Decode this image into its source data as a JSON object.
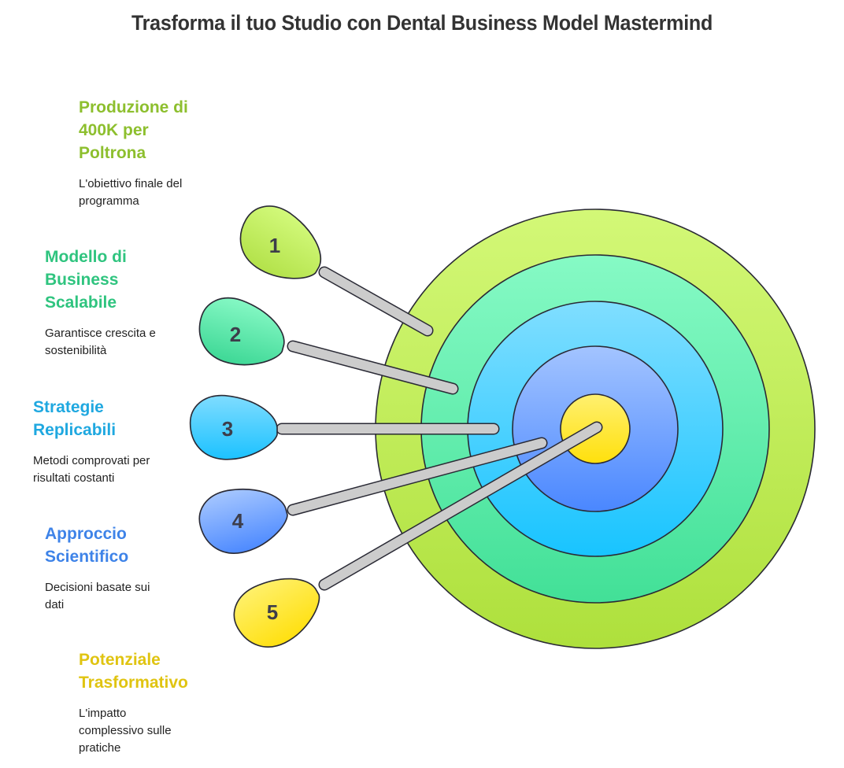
{
  "title": "Trasforma il tuo Studio con Dental Business Model Mastermind",
  "items": [
    {
      "number": "1",
      "heading": "Produzione di 400K per Poltrona",
      "heading_lines": [
        "Produzione di",
        "400K per",
        "Poltrona"
      ],
      "description_lines": [
        "L'obiettivo finale del",
        "programma"
      ],
      "color": "#8dbf2e",
      "fill_top": "#d2f97a",
      "fill_bottom": "#b3e24a"
    },
    {
      "number": "2",
      "heading": "Modello di Business Scalabile",
      "heading_lines": [
        "Modello di",
        "Business",
        "Scalabile"
      ],
      "description_lines": [
        "Garantisce crescita e",
        "sostenibilità"
      ],
      "color": "#2fc47f",
      "fill_top": "#85f8c4",
      "fill_bottom": "#3ed896"
    },
    {
      "number": "3",
      "heading": "Strategie Replicabili",
      "heading_lines": [
        "Strategie",
        "Replicabili"
      ],
      "description_lines": [
        "Metodi comprovati per",
        "risultati costanti"
      ],
      "color": "#1fa8e0",
      "fill_top": "#7fdcff",
      "fill_bottom": "#1cc2ff"
    },
    {
      "number": "4",
      "heading": "Approccio Scientifico",
      "heading_lines": [
        "Approccio",
        "Scientifico"
      ],
      "description_lines": [
        "Decisioni basate sui",
        "dati"
      ],
      "color": "#3e83e8",
      "fill_top": "#a5c6ff",
      "fill_bottom": "#4d8aff"
    },
    {
      "number": "5",
      "heading": "Potenziale Trasformativo",
      "heading_lines": [
        "Potenziale",
        "Trasformativo"
      ],
      "description_lines": [
        "L'impatto",
        "complessivo sulle",
        "pratiche"
      ],
      "color": "#e0c411",
      "fill_top": "#fff06a",
      "fill_bottom": "#ffe010"
    }
  ],
  "target_rings": [
    {
      "name": "outer",
      "fill_top": "#d3f877",
      "fill_bottom": "#aee03c"
    },
    {
      "name": "ring-2",
      "fill_top": "#86fac5",
      "fill_bottom": "#42e097"
    },
    {
      "name": "ring-3",
      "fill_top": "#80deff",
      "fill_bottom": "#18c4ff"
    },
    {
      "name": "ring-4",
      "fill_top": "#a3c4ff",
      "fill_bottom": "#4a87ff"
    },
    {
      "name": "bullseye",
      "fill_top": "#fff070",
      "fill_bottom": "#ffe00c"
    }
  ],
  "colors": {
    "stroke": "#2a2a35",
    "stem": "#cccccc",
    "title": "#333333"
  }
}
